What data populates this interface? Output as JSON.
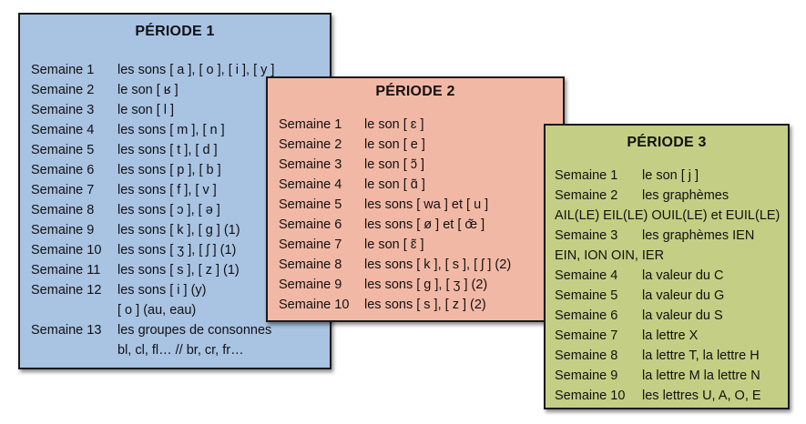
{
  "p1": {
    "title": "PÉRIODE 1",
    "rows": [
      {
        "w": "Semaine 1",
        "t": "les sons [ a ], [ o ], [ i ], [ y ]"
      },
      {
        "w": "Semaine 2",
        "t": "le son [ ʁ ]"
      },
      {
        "w": "Semaine 3",
        "t": "le son [ l ]"
      },
      {
        "w": "Semaine 4",
        "t": "les sons [ m ], [ n ]"
      },
      {
        "w": "Semaine 5",
        "t": "les sons [ t ], [ d ]"
      },
      {
        "w": "Semaine 6",
        "t": "les sons [ p ], [ b ]"
      },
      {
        "w": "Semaine 7",
        "t": "les sons [ f ], [ v ]"
      },
      {
        "w": "Semaine 8",
        "t": "les sons [ ɔ ], [ ə ]"
      },
      {
        "w": "Semaine 9",
        "t": "les sons [ k ], [ g ] (1)"
      },
      {
        "w": "Semaine 10",
        "t": "les sons [ ʒ ], [ ʃ ] (1)"
      },
      {
        "w": "Semaine 11",
        "t": "les sons [ s ], [ z ] (1)"
      },
      {
        "w": "Semaine 12",
        "t": "les sons [ i ] (y)"
      },
      {
        "w": "",
        "t": "[ o ] (au, eau)"
      },
      {
        "w": "Semaine 13",
        "t": "les groupes de consonnes"
      },
      {
        "w": "",
        "t": "bl, cl, fl… // br, cr, fr…"
      }
    ]
  },
  "p2": {
    "title": "PÉRIODE 2",
    "rows": [
      {
        "w": "Semaine 1",
        "t": "le son [ ɛ ]"
      },
      {
        "w": "Semaine 2",
        "t": "le son [ e ]"
      },
      {
        "w": "Semaine 3",
        "t": "le son [ ɔ̃ ]"
      },
      {
        "w": "Semaine 4",
        "t": "le son [ ɑ̃ ]"
      },
      {
        "w": "Semaine 5",
        "t": "les sons [ wa ] et [ u ]"
      },
      {
        "w": "Semaine 6",
        "t": "les sons [ ø ] et [ œ̃ ]"
      },
      {
        "w": "Semaine 7",
        "t": "le son [ ɛ̃ ]"
      },
      {
        "w": "Semaine 8",
        "t": "les sons [ k ], [ s ], [ ʃ ] (2)"
      },
      {
        "w": "Semaine 9",
        "t": "les sons [ g ], [ ʒ ] (2)"
      },
      {
        "w": "Semaine 10",
        "t": "les sons [ s ], [ z ] (2)"
      }
    ]
  },
  "p3": {
    "title": "PÉRIODE 3",
    "rows": [
      {
        "w": "Semaine 1",
        "t": "le son [ j ]"
      },
      {
        "w": "Semaine 2",
        "t": "les graphèmes"
      },
      {
        "full": "AIL(LE) EIL(LE) OUIL(LE) et EUIL(LE)"
      },
      {
        "w": "Semaine 3",
        "t": "les graphèmes IEN"
      },
      {
        "full": "EIN, ION OIN, IER"
      },
      {
        "w": "Semaine 4",
        "t": "la valeur du C"
      },
      {
        "w": "Semaine 5",
        "t": "la valeur du G"
      },
      {
        "w": "Semaine 6",
        "t": "la valeur du S"
      },
      {
        "w": "Semaine 7",
        "t": "la lettre X"
      },
      {
        "w": "Semaine 8",
        "t": "la lettre T, la lettre H"
      },
      {
        "w": "Semaine 9",
        "t": "la lettre M la lettre N"
      },
      {
        "w": "Semaine 10",
        "t": "les lettres U, A, O, E"
      }
    ]
  }
}
